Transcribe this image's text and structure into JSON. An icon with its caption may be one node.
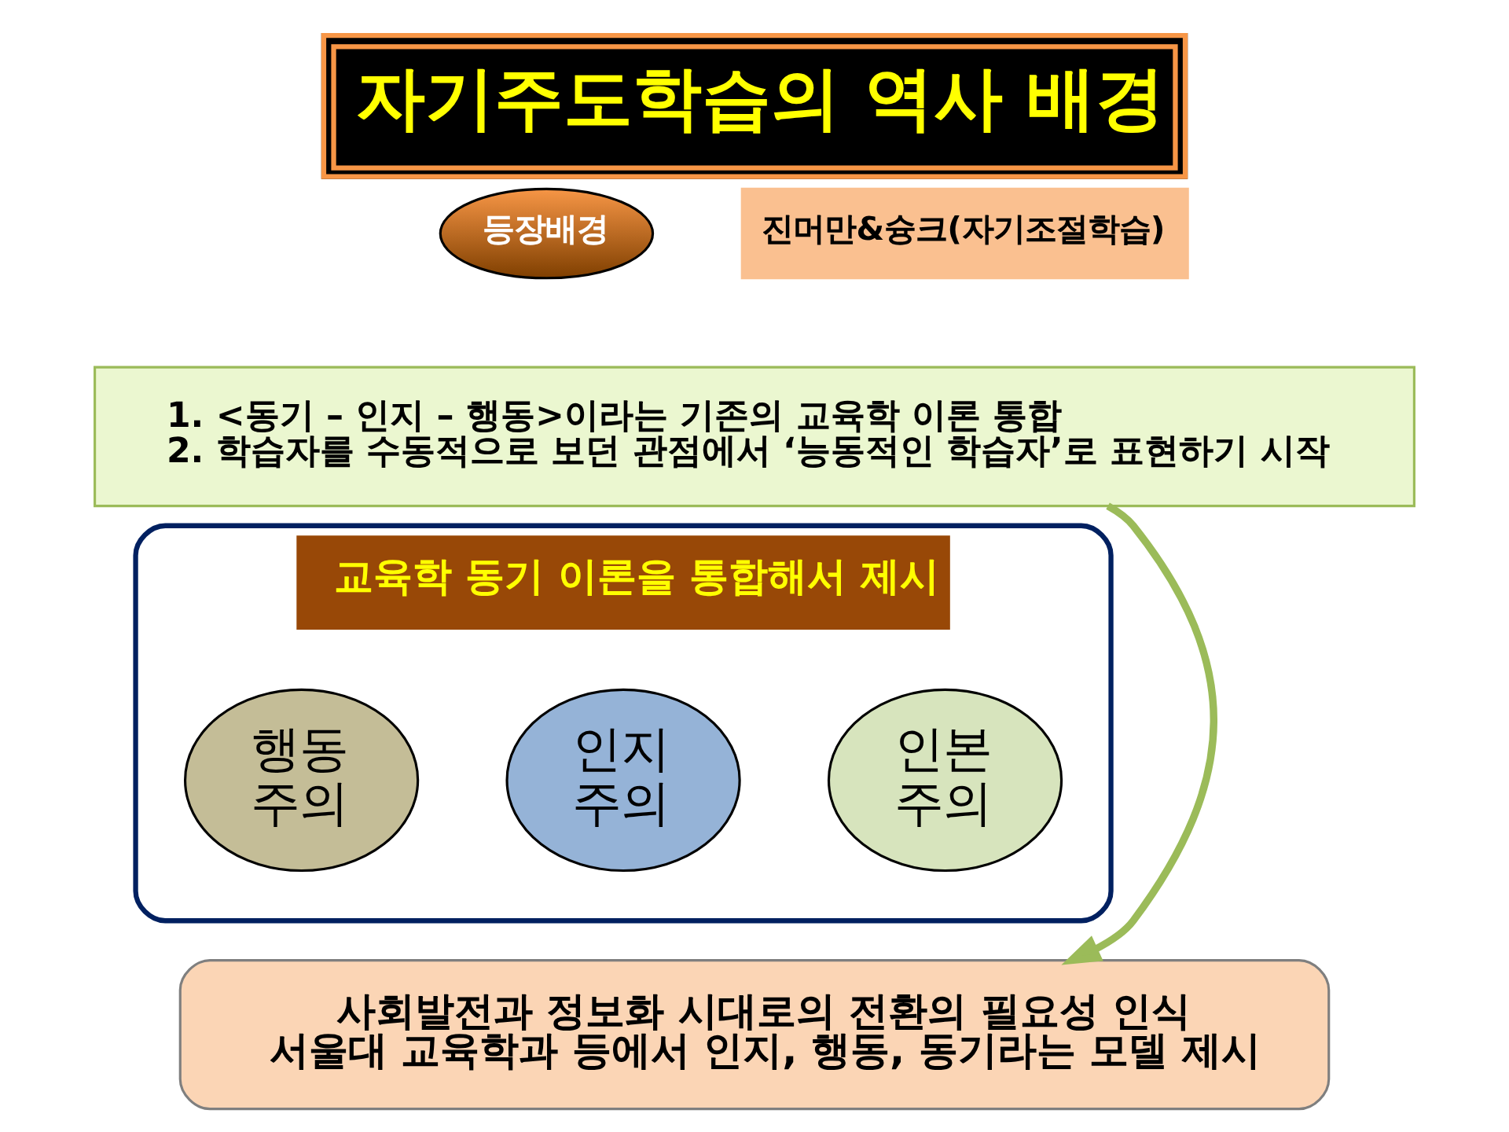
{
  "diagram": {
    "title": "자기주도학습의 역사 배경",
    "nodes": [
      {
        "text": [
          "등장배경"
        ]
      },
      {
        "text": [
          "진머만&슝크(자기조절학습)"
        ]
      },
      {
        "text": [
          "1. <동기 – 인지 – 행동>이라는 기존의 교육학 이론 통합",
          "2. 학습자를 수동적으로 보던 관점에서 ‘능동적인 학습자’로 표현하기 시작"
        ]
      },
      {
        "text": [
          "교육학 동기 이론을 통합해서 제시"
        ]
      },
      {
        "text": [
          "행동 주의"
        ],
        "in": 3
      },
      {
        "text": [
          "인지 주의"
        ],
        "in": 3
      },
      {
        "text": [
          "인본 주의"
        ],
        "in": 3
      },
      {
        "text": [
          "사회발전과 정보화 시대로의 전환의 필요성 인식",
          "서울대 교육학과 등에서 인지, 행동, 동기라는 모델 제시"
        ]
      }
    ],
    "edges": [
      {
        "from": 2,
        "to": 7,
        "arrow": "to",
        "color": "#9bbb59"
      }
    ]
  }
}
